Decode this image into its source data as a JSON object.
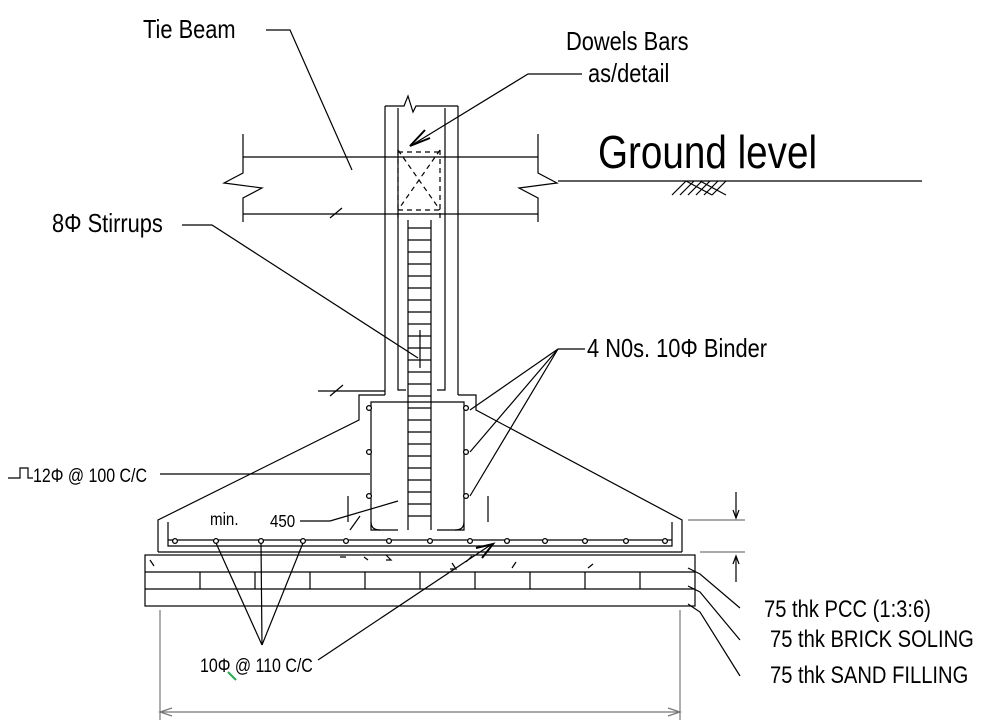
{
  "labels": {
    "tie_beam": "Tie Beam",
    "dowels_line1": "Dowels Bars",
    "dowels_line2": "as/detail",
    "ground_level": "Ground level",
    "stirrups": "8Φ Stirrups",
    "binder": "4 N0s. 10Φ Binder",
    "column_bars": "12Φ @ 100 C/C",
    "min": "min.",
    "dim_450": "450",
    "bottom_bars": "10Φ @ 110 C/C",
    "pcc": "75 thk PCC (1:3:6)",
    "brick_soling": "75 thk BRICK SOLING",
    "sand_filling": "75 thk SAND FILLING"
  },
  "colors": {
    "line": "#000000",
    "dimension": "#777777",
    "accent": "#22b14c",
    "background": "#ffffff"
  }
}
